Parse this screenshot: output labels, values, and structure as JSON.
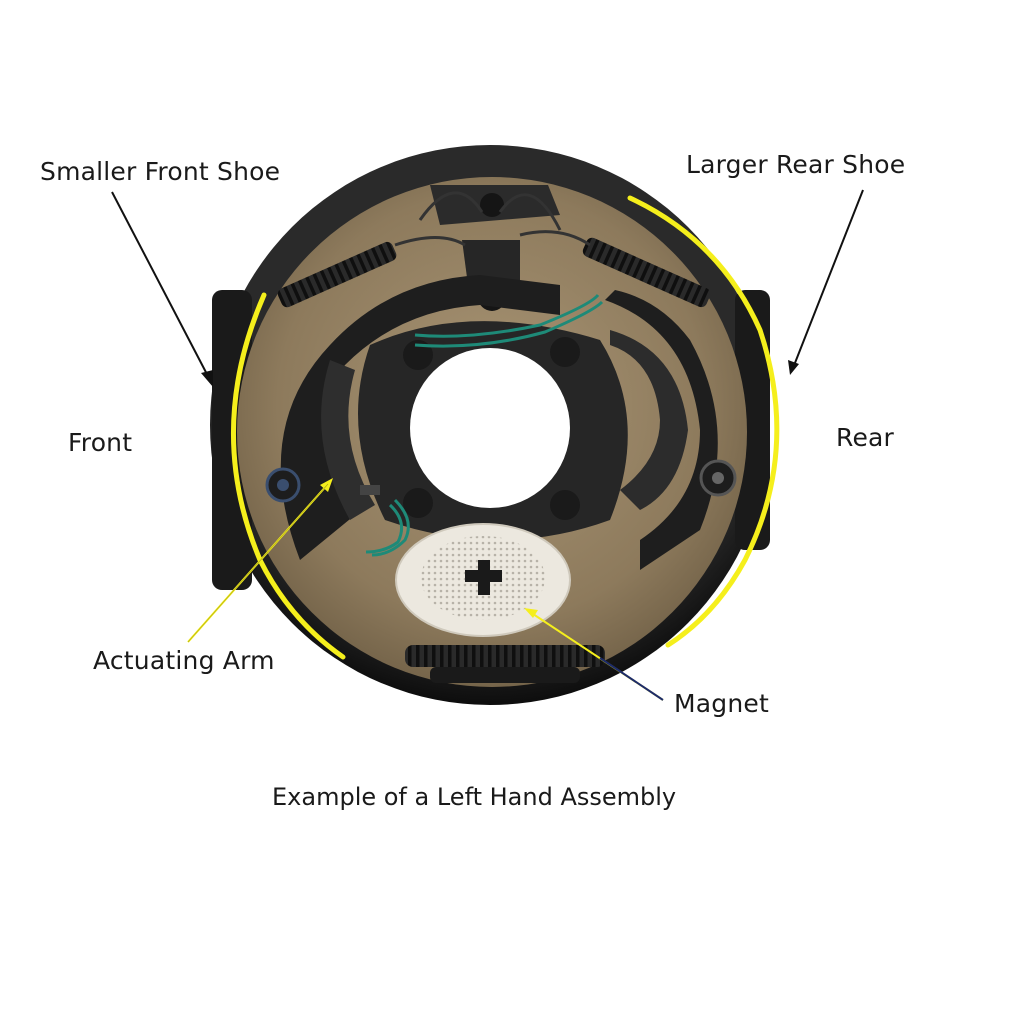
{
  "labels": {
    "front_shoe": "Smaller Front Shoe",
    "rear_shoe": "Larger Rear Shoe",
    "front": "Front",
    "rear": "Rear",
    "actuating_arm": "Actuating Arm",
    "magnet": "Magnet"
  },
  "caption": "Example of a Left Hand Assembly",
  "colors": {
    "shoe_highlight": "#f5ef1c",
    "backing_plate": "#1c1c1c",
    "shoe_lining": "#9c8a6c",
    "wire": "#1e8a78",
    "magnet": "#ece8df"
  }
}
